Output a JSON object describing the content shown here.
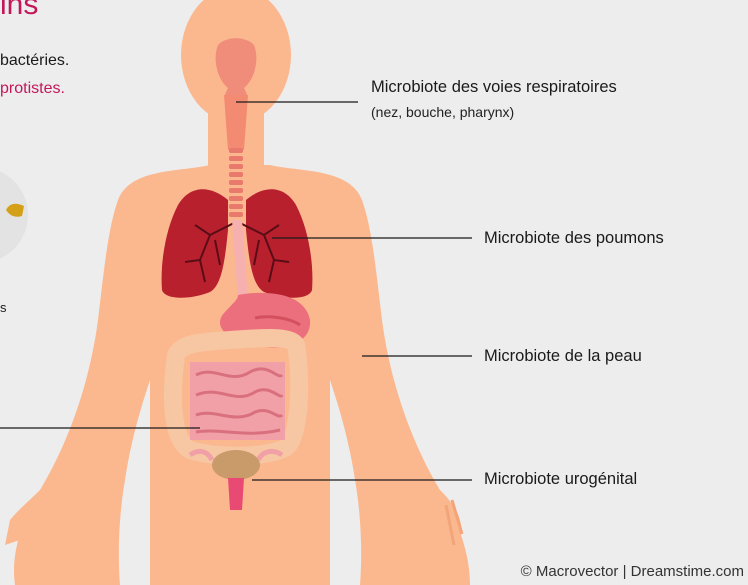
{
  "title": {
    "text": "ins"
  },
  "intro": {
    "line1": "bactéries.",
    "line2": "protistes."
  },
  "side_fragment": {
    "text": "s"
  },
  "labels": {
    "respiratory": {
      "text": "Microbiote des voies respiratoires",
      "detail": "(nez, bouche, pharynx)"
    },
    "lungs": {
      "text": "Microbiote des poumons"
    },
    "skin": {
      "text": "Microbiote de la peau"
    },
    "urogenital": {
      "text": "Microbiote urogénital"
    }
  },
  "credit": {
    "text": "© Macrovector | Dreamstime.com"
  },
  "colors": {
    "background": "#ededed",
    "skin": "#fbb88f",
    "lungs": "#b8202e",
    "intestine": "#f2a0a8",
    "accent": "#c2185b",
    "leader_line": "#1a1a1a"
  }
}
